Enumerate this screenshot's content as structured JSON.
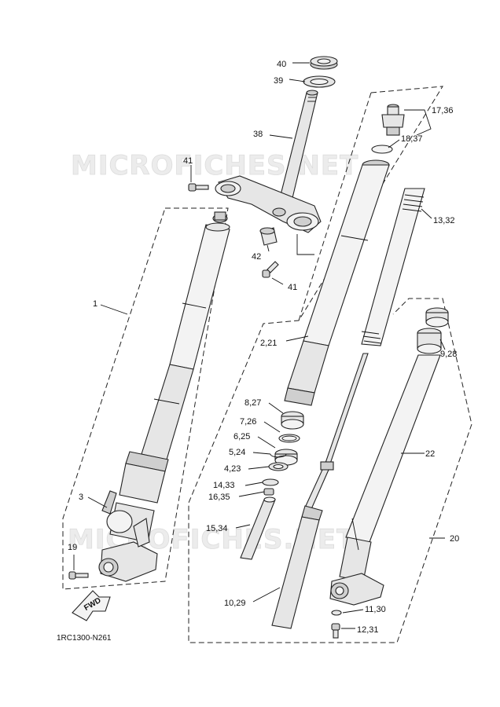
{
  "watermark": "MICROFICHES.NET",
  "diagram_code": "1RC1300-N261",
  "fwd_label": "FWD",
  "callouts": {
    "c40": "40",
    "c39": "39",
    "c38": "38",
    "c41a": "41",
    "c41b": "41",
    "c42": "42",
    "c1": "1",
    "c3": "3",
    "c19": "19",
    "c17_36": "17,36",
    "c18_37": "18,37",
    "c13_32": "13,32",
    "c2_21": "2,21",
    "c9_28": "9,28",
    "c8_27": "8,27",
    "c7_26": "7,26",
    "c6_25": "6,25",
    "c5_24": "5,24",
    "c4_23": "4,23",
    "c14_33": "14,33",
    "c16_35": "16,35",
    "c15_34": "15,34",
    "c22": "22",
    "c20": "20",
    "c10_29": "10,29",
    "c11_30": "11,30",
    "c12_31": "12,31"
  }
}
